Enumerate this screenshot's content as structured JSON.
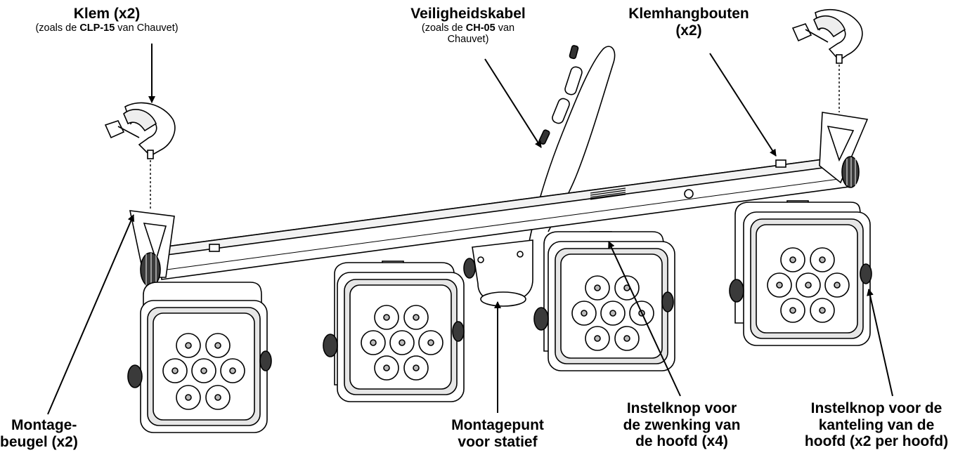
{
  "labels": {
    "klem": {
      "title": "Klem (x2)",
      "sub_pre": "(zoals de ",
      "sub_bold": "CLP-15",
      "sub_post": " van Chauvet)"
    },
    "veiligheidskabel": {
      "title": "Veiligheidskabel",
      "sub_pre": "(zoals de ",
      "sub_bold": "CH-05",
      "sub_mid": " van",
      "sub_line2": "Chauvet)"
    },
    "klemhangbouten": {
      "line1": "Klemhangbouten",
      "line2": "(x2)"
    },
    "montagebeugel": {
      "line1": "Montage-",
      "line2": "beugel (x2)"
    },
    "montagepunt": {
      "line1": "Montagepunt",
      "line2": "voor statief"
    },
    "zwenking": {
      "line1": "Instelknop voor",
      "line2": "de zwenking van",
      "line3": "de hoofd (x4)"
    },
    "kanteling": {
      "line1": "Instelknop voor de",
      "line2": "kanteling van de",
      "line3": "hoofd (x2 per hoofd)"
    }
  },
  "colors": {
    "line": "#000000",
    "fill": "#ffffff",
    "shade": "#e6e6e6",
    "dark": "#3a3a3a"
  }
}
